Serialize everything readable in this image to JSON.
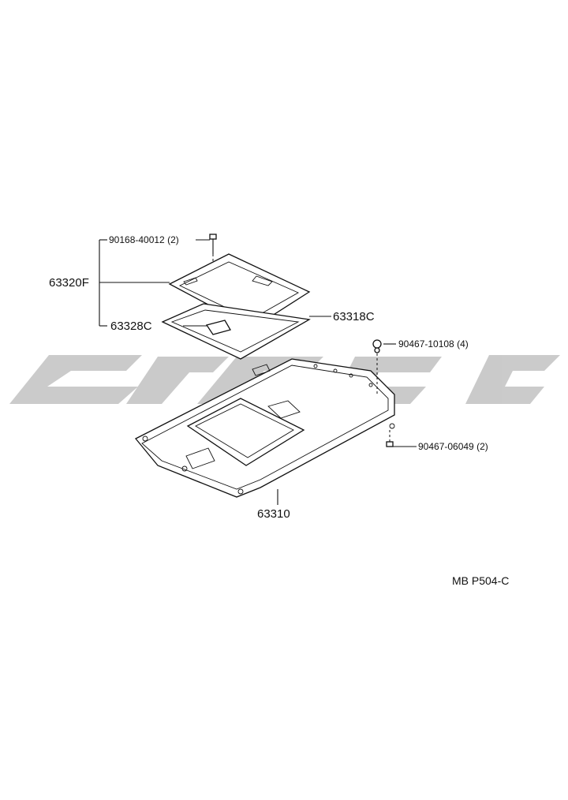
{
  "diagram": {
    "labels": {
      "bolt_top": "90168-40012 (2)",
      "sunshade_panel": "63320F",
      "sunshade_garnish": "63328C",
      "opening_trim": "63318C",
      "clip_a": "90467-10108 (4)",
      "clip_b": "90467-06049 (2)",
      "headliner": "63310"
    },
    "reference": "MB P504-C"
  },
  "watermark": {
    "color": "#c8c8c8"
  }
}
